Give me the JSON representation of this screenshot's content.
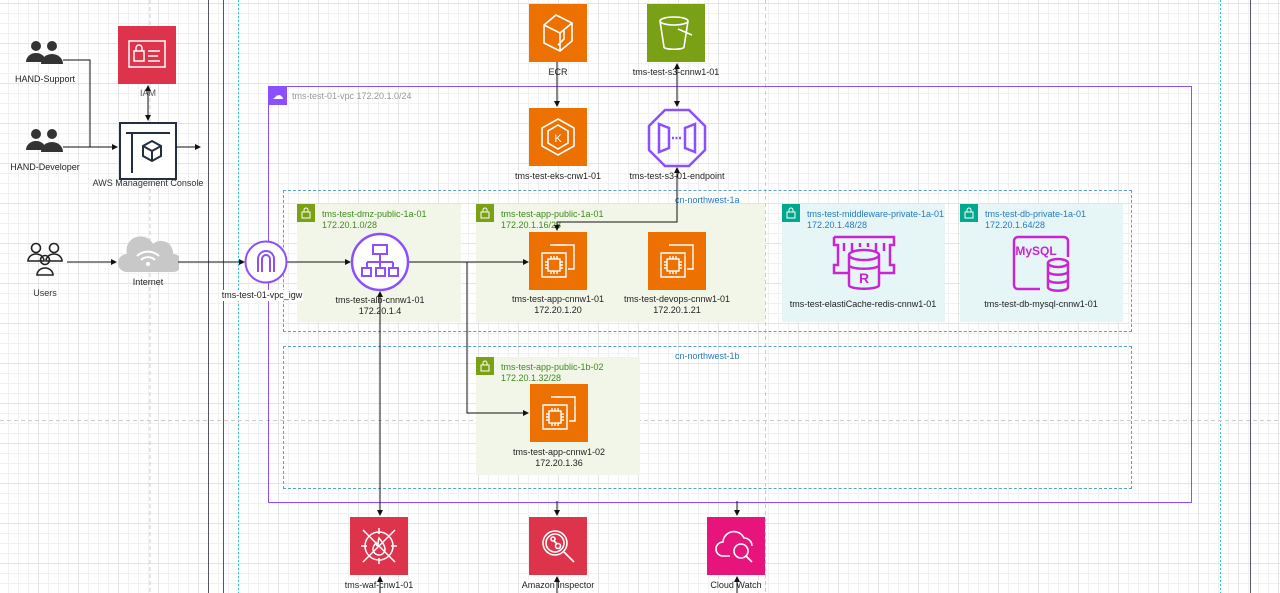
{
  "people": {
    "support": "HAND-Support",
    "developer": "HAND-Developer",
    "users": "Users"
  },
  "services": {
    "iam": "IAM",
    "console": "AWS Management Console",
    "internet": "Internet",
    "ecr": "ECR",
    "s3": "tms-test-s3-cnnw1-01",
    "eks": "tms-test-eks-cnw1-01",
    "endpoint": "tms-test-s3-01-endpoint",
    "igw": "tms-test-01-vpc_igw",
    "waf": "tms-waf-cnw1-01",
    "inspector": "Amazon Inspector",
    "cloudwatch": "Cloud Watch"
  },
  "vpc": {
    "label": "tms-test-01-vpc 172.20.1.0/24"
  },
  "az": {
    "a": "cn-northwest-1a",
    "b": "cn-northwest-1b"
  },
  "subnets": [
    {
      "name": "tms-test-dmz-public-1a-01",
      "cidr": "172.20.1.0/28"
    },
    {
      "name": "tms-test-app-public-1a-01",
      "cidr": "172.20.1.16/28"
    },
    {
      "name": "tms-test-middleware-private-1a-01",
      "cidr": "172.20.1.48/28"
    },
    {
      "name": "tms-test-db-private-1a-01",
      "cidr": "172.20.1.64/28"
    },
    {
      "name": "tms-test-app-public-1b-02",
      "cidr": "172.20.1.32/28"
    }
  ],
  "nodes": {
    "alb": {
      "name": "tms-test-alb-cnnw1-01",
      "ip": "172.20.1.4"
    },
    "app1": {
      "name": "tms-test-app-cnnw1-01",
      "ip": "172.20.1.20"
    },
    "devops": {
      "name": "tms-test-devops-cnnw1-01",
      "ip": "172.20.1.21"
    },
    "redis": {
      "name": "tms-test-elastiCache-redis-cnnw1-01"
    },
    "mysql": {
      "name": "tms-test-db-mysql-cnnw1-01",
      "icon_text": "MySQL"
    },
    "app2": {
      "name": "tms-test-app-cnnw1-02",
      "ip": "172.20.1.36"
    }
  },
  "colors": {
    "compute": "#ed7100",
    "storage": "#7aa116",
    "network": "#8c4fff",
    "security": "#dd344c",
    "management": "#e7157b",
    "database": "#c925d1",
    "public_subnet": "#f2f6e8",
    "private_subnet": "#e6f6f7",
    "az_border": "#5aa0c8"
  }
}
